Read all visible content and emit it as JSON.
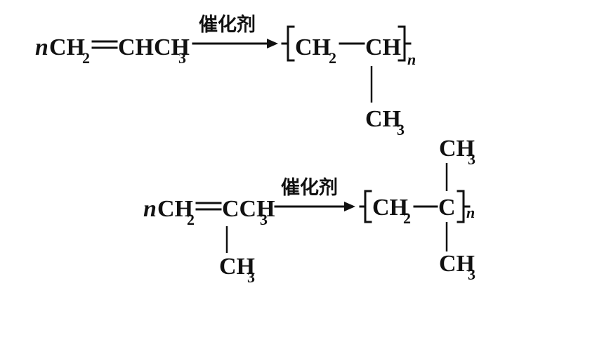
{
  "reaction_1": {
    "coefficient": "n",
    "reactant": {
      "left": "CH",
      "left_sub": "2",
      "right": "CHCH",
      "right_sub": "3"
    },
    "catalyst": "催化剂",
    "product": {
      "chain_left": "CH",
      "chain_left_sub": "2",
      "chain_right": "CH",
      "repeat_index": "n",
      "branch": "CH",
      "branch_sub": "3"
    }
  },
  "reaction_2": {
    "coefficient": "n",
    "reactant": {
      "left": "CH",
      "left_sub": "2",
      "right": "CCH",
      "right_sub": "3",
      "branch": "CH",
      "branch_sub": "3"
    },
    "catalyst": "催化剂",
    "product": {
      "chain_left": "CH",
      "chain_left_sub": "2",
      "chain_right": "C",
      "repeat_index": "n",
      "branch_top": "CH",
      "branch_top_sub": "3",
      "branch_bottom": "CH",
      "branch_bottom_sub": "3"
    }
  }
}
